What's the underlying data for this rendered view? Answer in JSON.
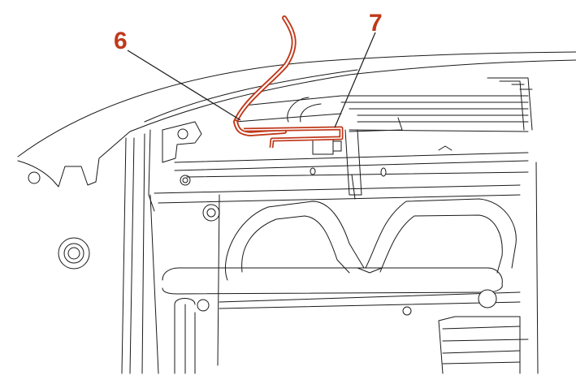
{
  "callouts": [
    {
      "id": "6",
      "label": "6"
    },
    {
      "id": "7",
      "label": "7"
    }
  ],
  "colors": {
    "highlight": "#c0391b",
    "line": "#1a1a1a",
    "background": "#ffffff"
  }
}
